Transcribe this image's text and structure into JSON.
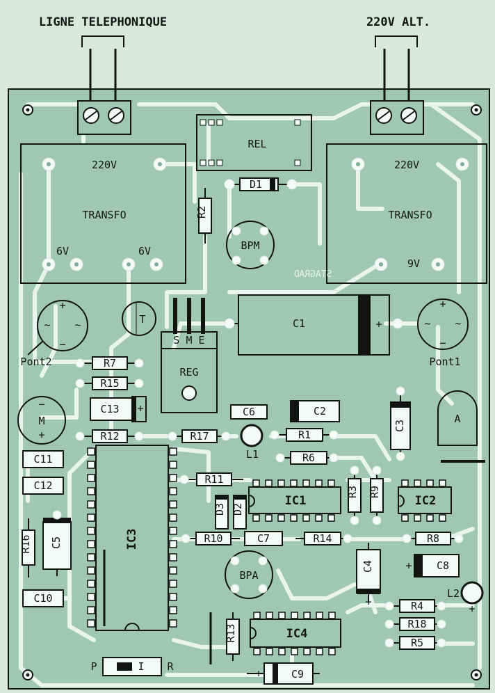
{
  "headers": {
    "phone_line": "LIGNE TELEPHONIQUE",
    "mains": "220V ALT."
  },
  "transfo_left": {
    "title": "TRANSFO",
    "primary": "220V",
    "sec_left": "6V",
    "sec_right": "6V"
  },
  "transfo_right": {
    "title": "TRANSFO",
    "primary": "220V",
    "secondary": "9V"
  },
  "relay": "REL",
  "mirrored_text": "STAGRAD",
  "regulator": {
    "name": "REG",
    "pins": "S M E"
  },
  "bridges": {
    "left": "Pont2",
    "right": "Pont1"
  },
  "transistor": "T",
  "motor": "M",
  "led": "A",
  "bpm": "BPM",
  "bpa": "BPA",
  "switch": {
    "left": "P",
    "mid": "I",
    "right": "R"
  },
  "ics": {
    "ic1": "IC1",
    "ic2": "IC2",
    "ic3": "IC3",
    "ic4": "IC4"
  },
  "resistors": {
    "r1": "R1",
    "r2": "R2",
    "r3": "R3",
    "r4": "R4",
    "r5": "R5",
    "r6": "R6",
    "r7": "R7",
    "r8": "R8",
    "r9": "R9",
    "r10": "R10",
    "r11": "R11",
    "r12": "R12",
    "r13": "R13",
    "r14": "R14",
    "r15": "R15",
    "r16": "R16",
    "r17": "R17",
    "r18": "R18"
  },
  "capacitors": {
    "c1": "C1",
    "c2": "C2",
    "c3": "C3",
    "c4": "C4",
    "c5": "C5",
    "c6": "C6",
    "c7": "C7",
    "c8": "C8",
    "c9": "C9",
    "c10": "C10",
    "c11": "C11",
    "c12": "C12",
    "c13": "C13"
  },
  "diodes": {
    "d1": "D1",
    "d2": "D2",
    "d3": "D3"
  },
  "inductors": {
    "l1": "L1",
    "l2": "L2"
  },
  "colors": {
    "board": "#9fc7b3",
    "trace": "#eaf4ef",
    "ink": "#121412"
  }
}
